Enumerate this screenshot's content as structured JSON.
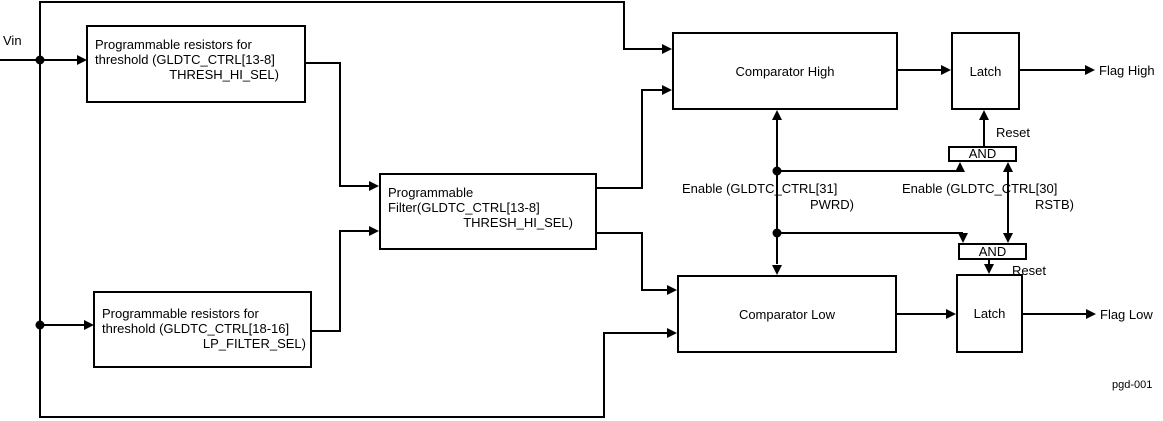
{
  "diagram": {
    "input_label": "Vin",
    "watermark": "pgd-001",
    "boxes": {
      "res_hi": {
        "line1": "Programmable resistors for",
        "line2": "threshold (GLDTC_CTRL[13-8]",
        "line3": "THRESH_HI_SEL)"
      },
      "filter": {
        "line1": "Programmable",
        "line2": "Filter(GLDTC_CTRL[13-8]",
        "line3": "THRESH_HI_SEL)"
      },
      "res_lo": {
        "line1": "Programmable resistors for",
        "line2": "threshold (GLDTC_CTRL[18-16]",
        "line3": "LP_FILTER_SEL)"
      },
      "comp_high": "Comparator High",
      "comp_low": "Comparator Low",
      "latch_high": "Latch",
      "latch_low": "Latch",
      "and_high": "AND",
      "and_low": "AND"
    },
    "labels": {
      "enable_pwrd": {
        "line1": "Enable (GLDTC_CTRL[31]",
        "line2": "PWRD)"
      },
      "enable_rstb": {
        "line1": "Enable (GLDTC_CTRL[30]",
        "line2": "RSTB)"
      },
      "reset_high": "Reset",
      "reset_low": "Reset",
      "flag_high": "Flag High",
      "flag_low": "Flag Low"
    },
    "colors": {
      "line": "#000000",
      "background": "#ffffff"
    }
  }
}
